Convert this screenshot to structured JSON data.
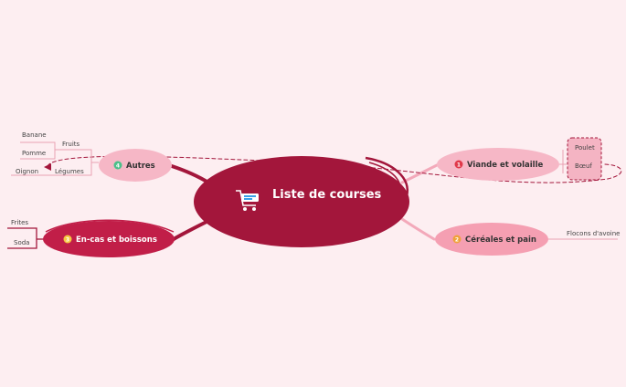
{
  "central": {
    "title": "Liste de courses",
    "icon": "shopping-cart-icon"
  },
  "branches": {
    "viande": {
      "number": "1",
      "label": "Viande et volaille",
      "items": [
        "Poulet",
        "Bœuf"
      ]
    },
    "cereales": {
      "number": "2",
      "label": "Céréales et pain",
      "items": [
        "Flocons d'avoine"
      ]
    },
    "encas": {
      "number": "3",
      "label": "En-cas et boissons",
      "items": [
        "Frites",
        "Soda"
      ]
    },
    "autres": {
      "number": "4",
      "label": "Autres",
      "groups": {
        "fruits": {
          "label": "Fruits",
          "items": [
            "Banane",
            "Pomme"
          ]
        },
        "legumes": {
          "label": "Légumes",
          "items": [
            "Oignon"
          ]
        }
      }
    }
  },
  "colors": {
    "background": "#fdeef1",
    "central": "#a3163b",
    "light_node": "#f6b7c6",
    "dark_node": "#c11e48",
    "badge_red": "#e0394a",
    "badge_orange": "#f0a13a",
    "badge_yellow": "#f5c842",
    "badge_green": "#4cc08a"
  }
}
